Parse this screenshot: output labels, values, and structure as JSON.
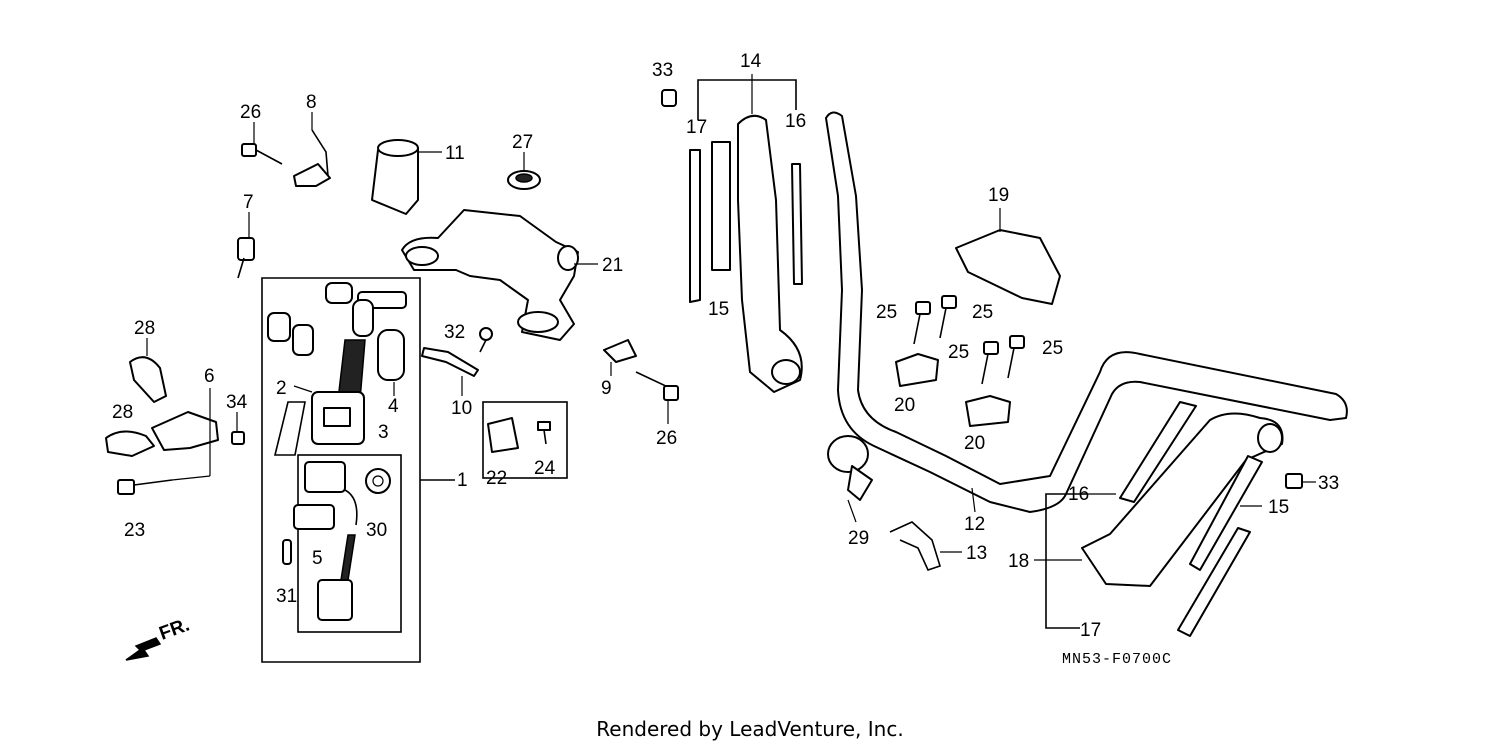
{
  "diagram": {
    "part_numbers": [
      "1",
      "2",
      "3",
      "4",
      "5",
      "6",
      "7",
      "8",
      "9",
      "10",
      "11",
      "12",
      "13",
      "14",
      "15",
      "16",
      "17",
      "18",
      "19",
      "20",
      "21",
      "22",
      "23",
      "24",
      "25",
      "26",
      "27",
      "28",
      "29",
      "30",
      "31",
      "32",
      "33",
      "34"
    ],
    "direction_label": "FR.",
    "drawing_code": "MN53-F0700C"
  },
  "footer": {
    "rendered_by": "Rendered by LeadVenture, Inc."
  }
}
